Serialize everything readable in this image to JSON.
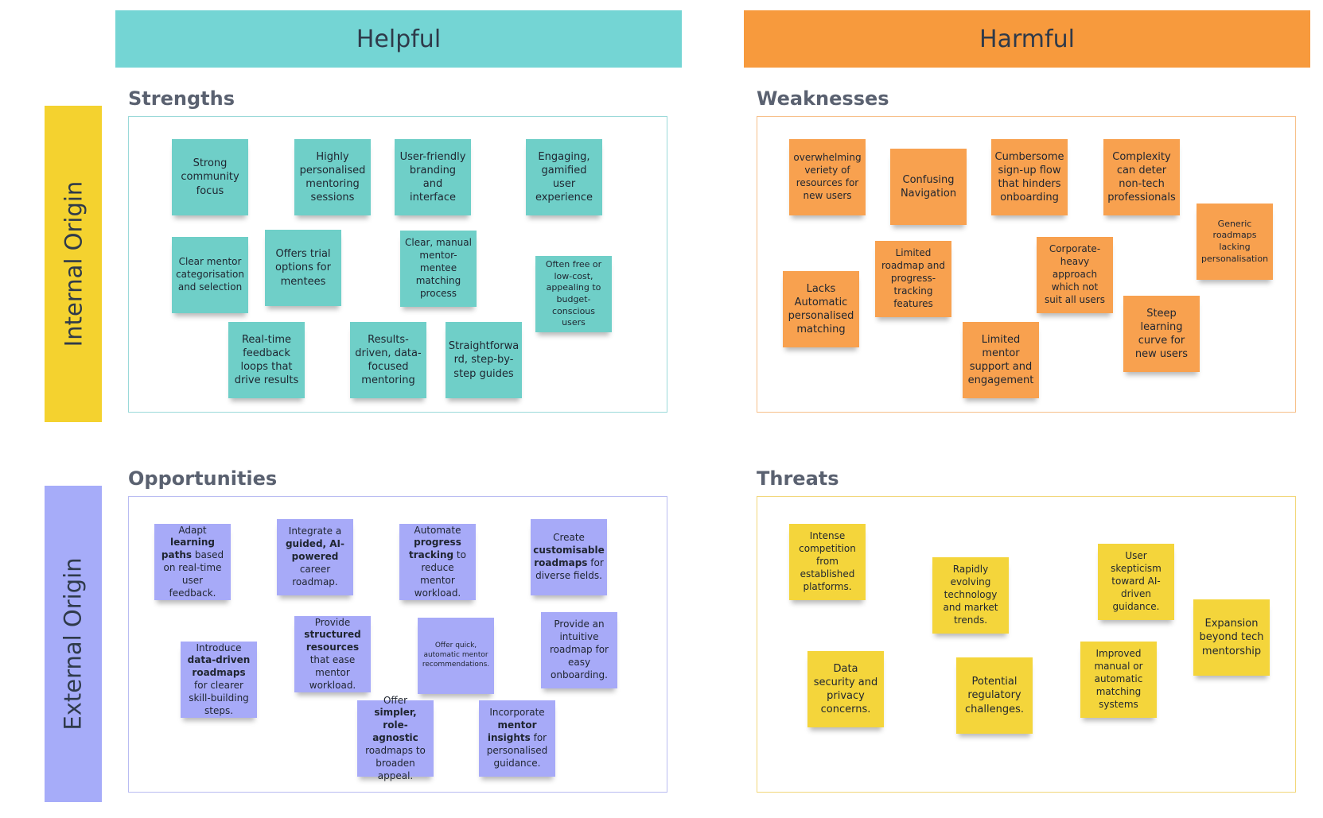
{
  "columns": {
    "helpful": "Helpful",
    "harmful": "Harmful"
  },
  "rows": {
    "internal": "Internal Origin",
    "external": "External Origin"
  },
  "quadrants": {
    "strengths": {
      "title": "Strengths",
      "notes": [
        "Strong community focus",
        "Highly personalised mentoring sessions",
        "User-friendly branding and interface",
        "Engaging, gamified user experience",
        "Clear mentor categorisation and selection",
        "Offers trial options for mentees",
        "Clear, manual mentor-mentee matching process",
        "Often free or low-cost, appealing to budget-conscious users",
        "Real-time feedback loops that drive results",
        "Results-driven, data-focused mentoring",
        "Straightforwa rd, step-by-step guides"
      ]
    },
    "weaknesses": {
      "title": "Weaknesses",
      "notes": [
        "overwhelming veriety of resources for new users",
        "Confusing Navigation",
        "Cumbersome sign-up flow that hinders onboarding",
        "Complexity can deter non-tech professionals",
        "Generic roadmaps lacking personalisation",
        "Limited roadmap and progress-tracking features",
        "Corporate-heavy approach which not suit all users",
        "Lacks Automatic personalised matching",
        "Steep learning curve for new users",
        "Limited mentor support and engagement"
      ]
    },
    "opportunities": {
      "title": "Opportunities",
      "notes": [
        "Adapt <b>learning paths</b> based on real-time user feedback.",
        "Integrate a <b>guided, AI-powered</b> career roadmap.",
        "Automate <b>progress tracking</b> to reduce mentor workload.",
        "Create <b>customisable roadmaps</b> for diverse fields.",
        "Provide <b>structured resources</b> that ease mentor workload.",
        "Offer quick, automatic mentor recommendations.",
        "Provide an intuitive roadmap for easy onboarding.",
        "Introduce <b>data-driven roadmaps</b> for clearer skill-building steps.",
        "Offer <b>simpler, role-agnostic</b> roadmaps to broaden appeal.",
        "Incorporate <b>mentor insights</b> for personalised guidance."
      ]
    },
    "threats": {
      "title": "Threats",
      "notes": [
        "Intense competition from established platforms.",
        "Rapidly evolving technology and market trends.",
        "User skepticism toward AI-driven guidance.",
        "Expansion beyond tech mentorship",
        "Data security and privacy concerns.",
        "Potential regulatory challenges.",
        "Improved manual or automatic matching systems"
      ]
    }
  },
  "colors": {
    "helpful": "#74d5d4",
    "harmful": "#f79a3d",
    "internal": "#f4d22f",
    "external": "#a6acf9",
    "strengths_note": "#6fcfc8",
    "weaknesses_note": "#f8a14f",
    "opportunities_note": "#a7aaf8",
    "threats_note": "#f4d53b"
  }
}
